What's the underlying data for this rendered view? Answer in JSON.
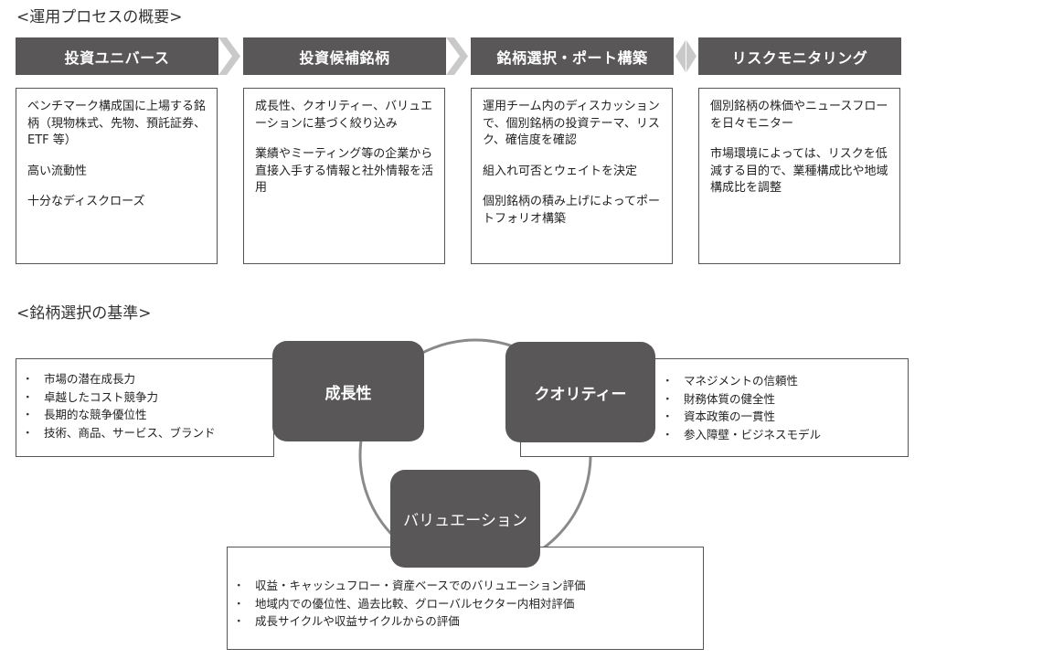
{
  "process": {
    "title": "<運用プロセスの概要>",
    "steps": [
      {
        "heading": "投資ユニバース",
        "paragraphs": [
          "ベンチマーク構成国に上場する銘柄（現物株式、先物、預託証券、ETF 等）",
          "高い流動性",
          "十分なディスクローズ"
        ]
      },
      {
        "heading": "投資候補銘柄",
        "paragraphs": [
          "成長性、クオリティー、バリュエーションに基づく絞り込み",
          "業績やミーティング等の企業から直接入手する情報と社外情報を活用"
        ]
      },
      {
        "heading": "銘柄選択・ポート構築",
        "paragraphs": [
          "運用チーム内のディスカッションで、個別銘柄の投資テーマ、リスク、確信度を確認",
          "組入れ可否とウェイトを決定",
          "個別銘柄の積み上げによってポートフォリオ構築"
        ]
      },
      {
        "heading": "リスクモニタリング",
        "paragraphs": [
          "個別銘柄の株価やニュースフローを日々モニター",
          "市場環境によっては、リスクを低減する目的で、業種構成比や地域構成比を調整"
        ]
      }
    ]
  },
  "criteria": {
    "title": "<銘柄選択の基準>",
    "growth": {
      "label": "成長性",
      "items": [
        "市場の潜在成長力",
        "卓越したコスト競争力",
        "長期的な競争優位性",
        "技術、商品、サービス、ブランド"
      ]
    },
    "quality": {
      "label": "クオリティー",
      "items": [
        "マネジメントの信頼性",
        "財務体質の健全性",
        "資本政策の一貫性",
        "参入障壁・ビジネスモデル"
      ]
    },
    "valuation": {
      "label": "バリュエーション",
      "items": [
        "収益・キャッシュフロー・資産ベースでのバリュエーション評価",
        "地域内での優位性、過去比較、グローバルセクター内相対評価",
        "成長サイクルや収益サイクルからの評価"
      ]
    }
  },
  "colors": {
    "header_fill": "#595757",
    "arrow_fill": "#c9c9c9",
    "ring_stroke": "#8a8a8a"
  }
}
